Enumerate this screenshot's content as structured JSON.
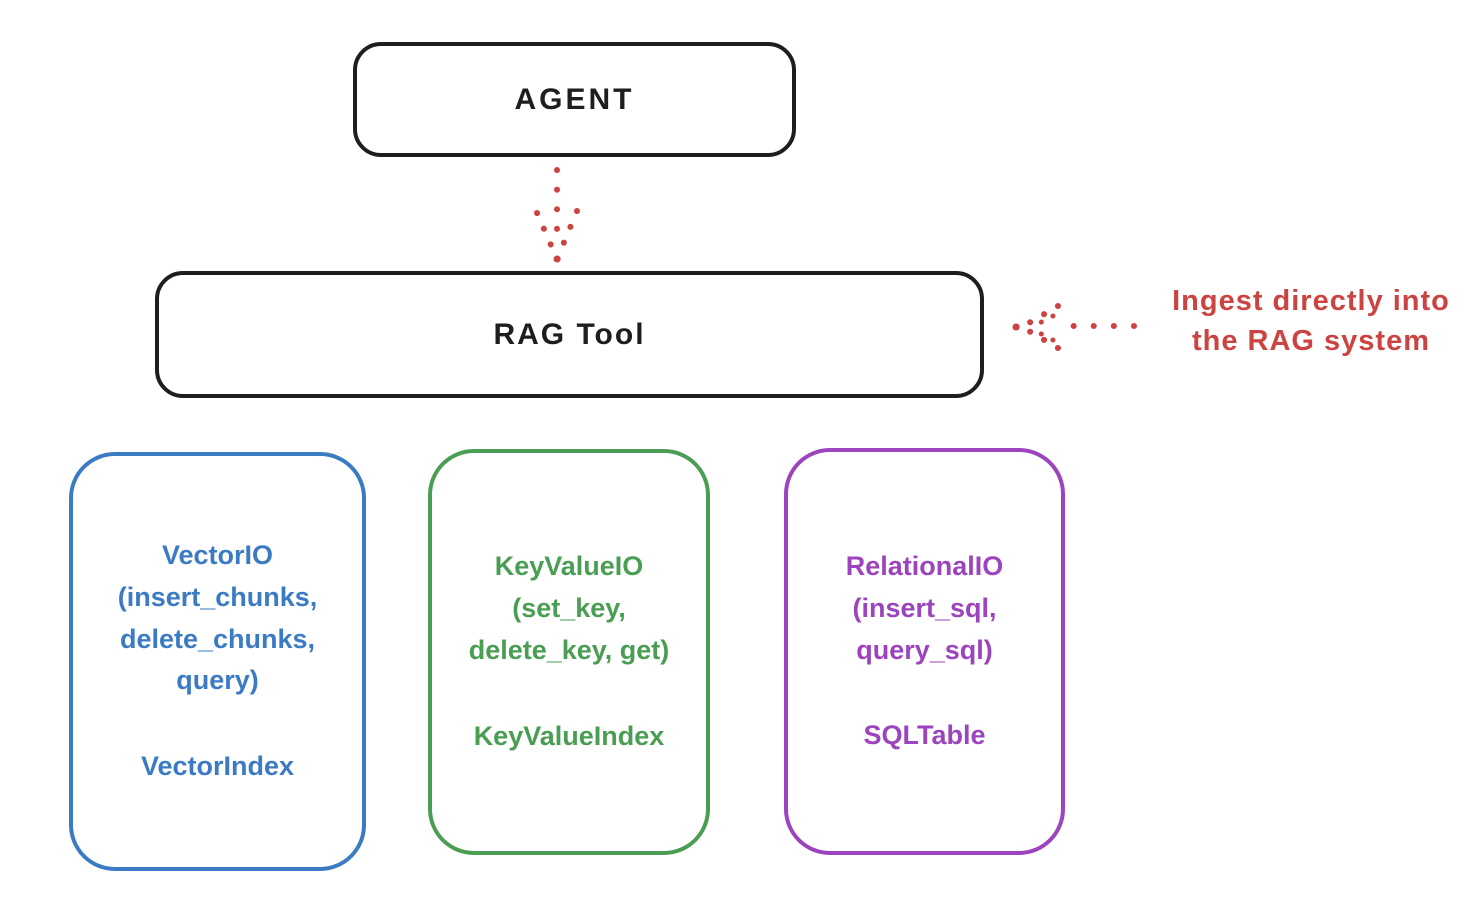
{
  "nodes": {
    "agent": {
      "label": "AGENT"
    },
    "rag_tool": {
      "label": "RAG Tool"
    }
  },
  "annotation": {
    "text": "Ingest directly into\nthe RAG system",
    "color": "#cc4441"
  },
  "arrows": {
    "agent_to_rag": {
      "style": "dotted",
      "direction": "down",
      "color": "#cc4441"
    },
    "ingest_to_rag": {
      "style": "dotted",
      "direction": "left",
      "color": "#cc4441"
    }
  },
  "backends": [
    {
      "title_block": "VectorIO\n(insert_chunks,\ndelete_chunks,\nquery)",
      "index_label": "VectorIndex",
      "color": "#3b7bc3"
    },
    {
      "title_block": "KeyValueIO\n(set_key,\ndelete_key, get)",
      "index_label": "KeyValueIndex",
      "color": "#4a9e53"
    },
    {
      "title_block": "RelationalIO\n(insert_sql,\nquery_sql)",
      "index_label": "SQLTable",
      "color": "#9b44bd"
    }
  ],
  "colors": {
    "outline": "#1e1e1e",
    "background": "#ffffff",
    "red": "#cc4441",
    "blue": "#3b7bc3",
    "green": "#4a9e53",
    "purple": "#9b44bd"
  }
}
